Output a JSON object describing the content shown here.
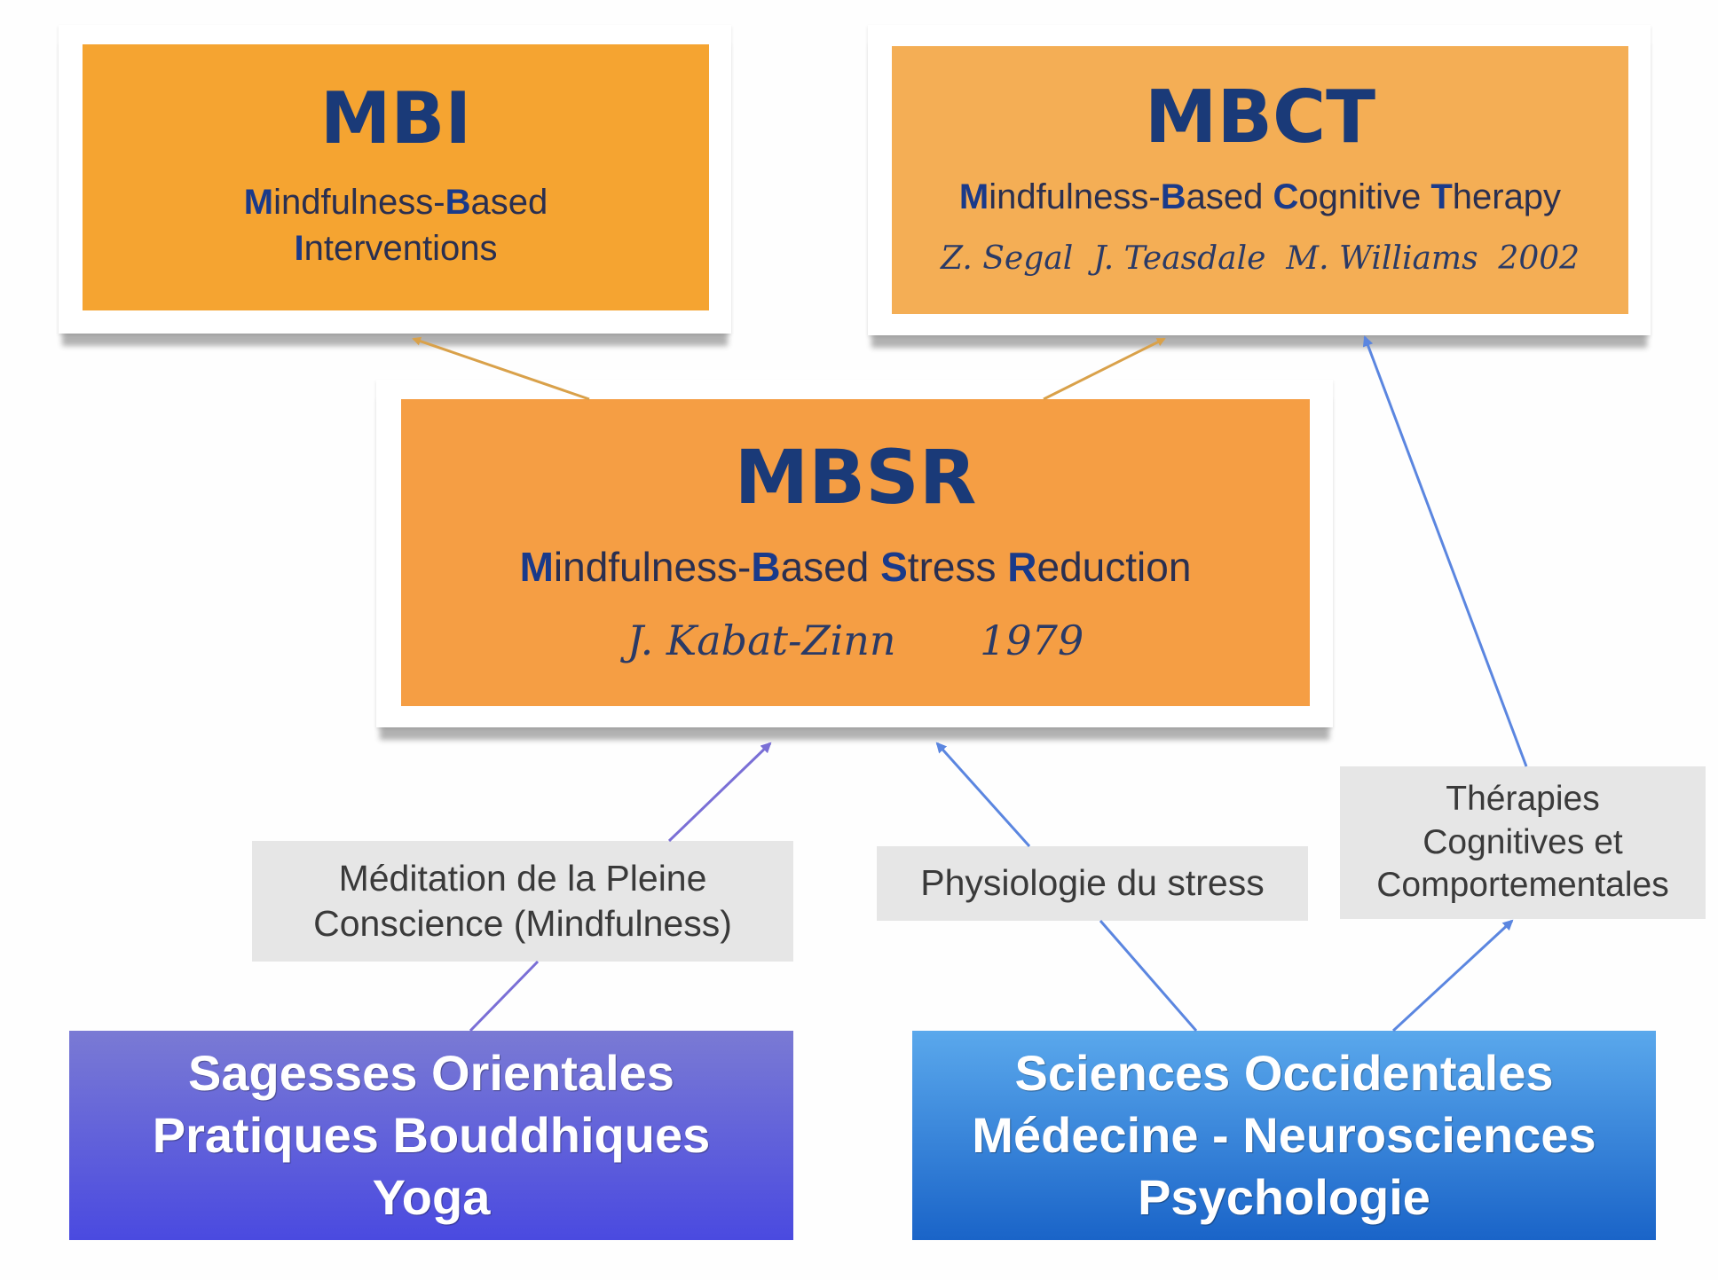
{
  "mbi": {
    "acronym": "MBI",
    "line1_initial": "M",
    "line1_rest": "indfulness-",
    "line1_initial2": "B",
    "line1_rest2": "ased",
    "line2_initial": "I",
    "line2_rest": "nterventions"
  },
  "mbct": {
    "acronym": "MBCT",
    "w1_i": "M",
    "w1_r": "indfulness-",
    "w2_i": "B",
    "w2_r": "ased ",
    "w3_i": "C",
    "w3_r": "ognitive ",
    "w4_i": "T",
    "w4_r": "herapy",
    "authors": "Z. Segal  J. Teasdale  M. Williams  2002"
  },
  "mbsr": {
    "acronym": "MBSR",
    "w1_i": "M",
    "w1_r": "indfulness-",
    "w2_i": "B",
    "w2_r": "ased ",
    "w3_i": "S",
    "w3_r": "tress ",
    "w4_i": "R",
    "w4_r": "eduction",
    "author": "J. Kabat-Zinn",
    "year": "1979"
  },
  "labels": {
    "meditation_line1": "Méditation de la Pleine",
    "meditation_line2": "Conscience (Mindfulness)",
    "physiologie": "Physiologie du stress",
    "therapies_line1": "Thérapies",
    "therapies_line2": "Cognitives et",
    "therapies_line3": "Comportementales"
  },
  "base_left": {
    "line1": "Sagesses Orientales",
    "line2": "Pratiques Bouddhiques",
    "line3": "Yoga"
  },
  "base_right": {
    "line1": "Sciences Occidentales",
    "line2": "Médecine - Neurosciences",
    "line3": "Psychologie"
  },
  "colors": {
    "orange": "#f5a431",
    "orange_mid": "#f59e44",
    "label_gray": "#e6e6e6",
    "text_navy": "#1a3a78",
    "arrow_orange": "#d9a14a",
    "arrow_blue": "#5b86e0",
    "arrow_purple": "#7a6fd6",
    "base_left_top": "#7a7ad4",
    "base_left_bottom": "#4a4ae0",
    "base_right_top": "#5aa8ec",
    "base_right_bottom": "#1a64c8"
  }
}
